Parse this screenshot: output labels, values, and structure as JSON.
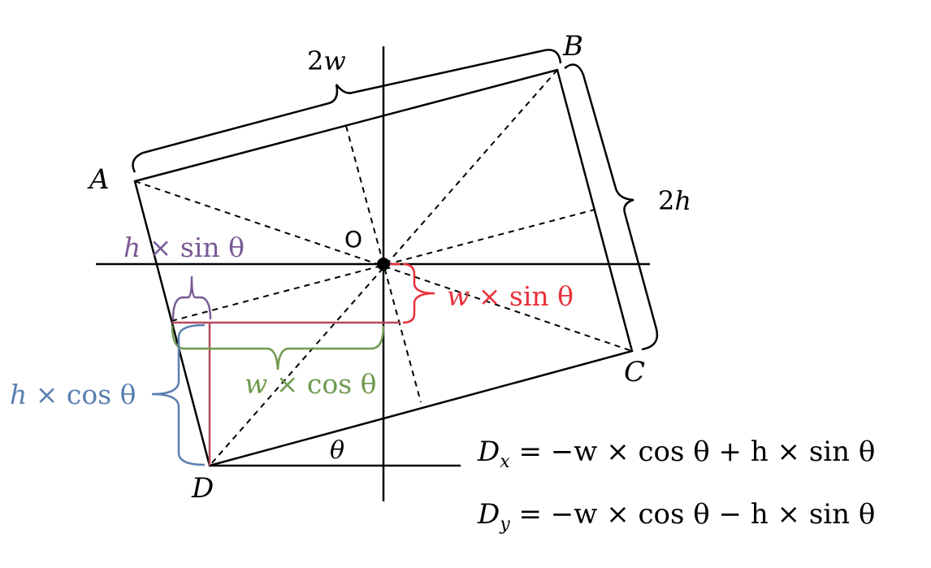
{
  "colors": {
    "black": "#000000",
    "purple": "#7a5a96",
    "red": "#e8303a",
    "green": "#6f9a4f",
    "blue": "#5a7fb0",
    "segment": "#b5495a"
  },
  "labels": {
    "corner_a": "A",
    "corner_b": "B",
    "corner_c": "C",
    "corner_d": "D",
    "center_o": "O",
    "two_w_coef": "2",
    "two_w_var": "w",
    "two_h_coef": "2",
    "two_h_var": "h",
    "theta": "θ",
    "h_sin": {
      "var": "h",
      "rest": " × sin θ"
    },
    "w_sin": {
      "var": "w",
      "rest": " × sin θ"
    },
    "w_cos": {
      "var": "w",
      "rest": " × cos θ"
    },
    "h_cos": {
      "var": "h",
      "rest": " × cos θ"
    }
  },
  "equations": {
    "dx": {
      "var": "D",
      "sub": "x",
      "rhs": " = −w × cos θ + h × sin θ"
    },
    "dy": {
      "var": "D",
      "sub": "y",
      "rhs": " = −w × cos θ − h × sin θ"
    }
  }
}
